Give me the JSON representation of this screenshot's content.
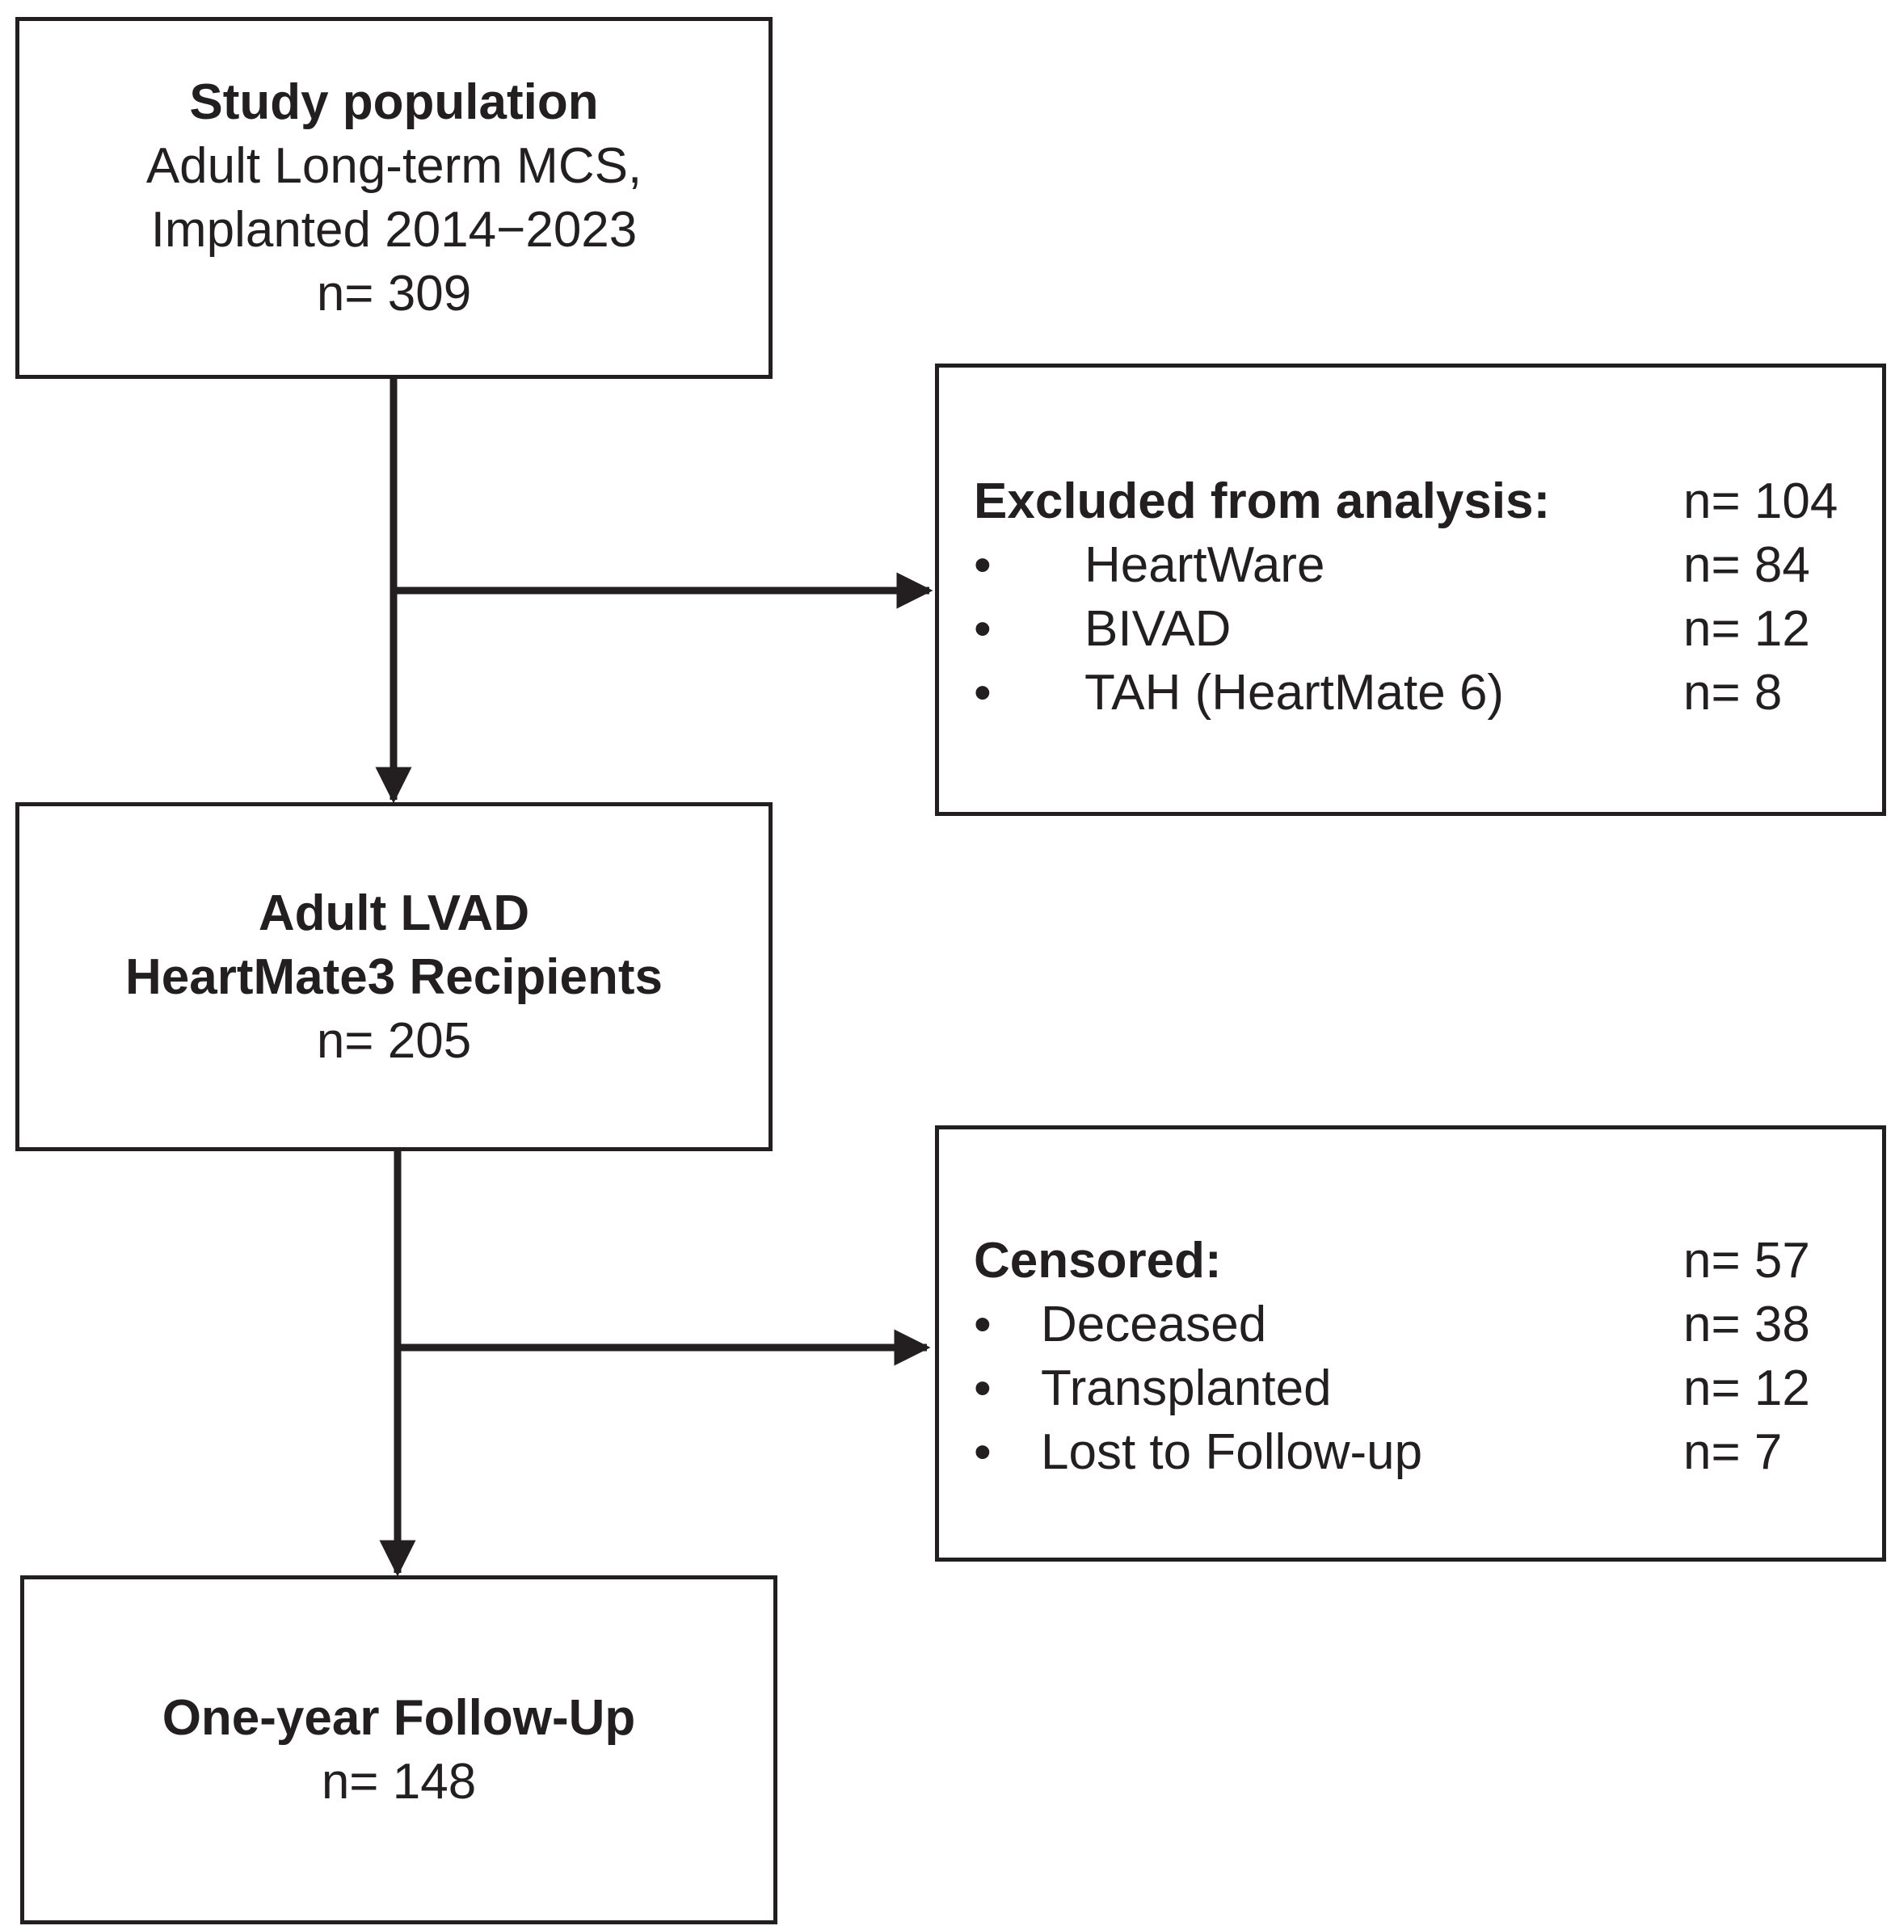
{
  "study": {
    "title": "Study population",
    "line1": "Adult Long-term MCS,",
    "line2": "Implanted 2014−2023",
    "n": "n= 309"
  },
  "excluded": {
    "title": "Excluded from analysis:",
    "total": "n= 104",
    "items": [
      {
        "bullet": "•",
        "label": "HeartWare",
        "n": "n= 84"
      },
      {
        "bullet": "•",
        "label": "BIVAD",
        "n": "n= 12"
      },
      {
        "bullet": "•",
        "label": "TAH (HeartMate 6)",
        "n": "n= 8"
      }
    ]
  },
  "lvad": {
    "title_line1": "Adult LVAD",
    "title_line2": "HeartMate3 Recipients",
    "n": "n= 205"
  },
  "censored": {
    "title": "Censored:",
    "total": "n= 57",
    "items": [
      {
        "bullet": "•",
        "label": "Deceased",
        "n": "n= 38"
      },
      {
        "bullet": "•",
        "label": "Transplanted",
        "n": "n= 12"
      },
      {
        "bullet": "•",
        "label": "Lost to Follow-up",
        "n": "n= 7"
      }
    ]
  },
  "followup": {
    "title": "One-year Follow-Up",
    "n": "n= 148"
  },
  "colors": {
    "line": "#231f20",
    "background": "#ffffff"
  }
}
